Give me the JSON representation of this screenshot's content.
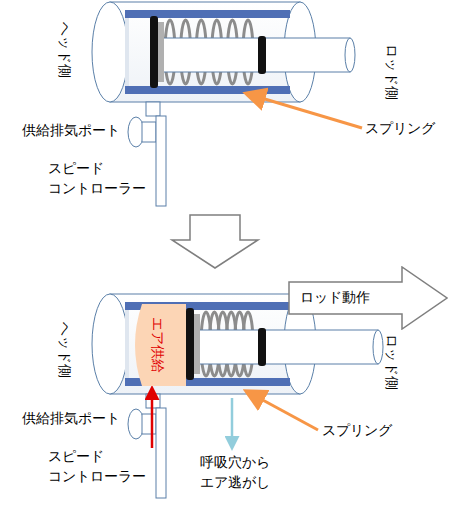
{
  "diagram": {
    "nodes": [
      {
        "text": [
          "ロッド動作"
        ]
      },
      {
        "text": [
          "エア供給"
        ]
      }
    ],
    "labels": [
      "ヘッド側",
      "ロッド側",
      "スプリング",
      "供給排気ポート",
      "スピード コントローラー",
      "ヘッド側",
      "ロッド側",
      "供給排気ポート",
      "スピード コントローラー",
      "スプリング",
      "呼吸穴から エア逃がし"
    ]
  }
}
